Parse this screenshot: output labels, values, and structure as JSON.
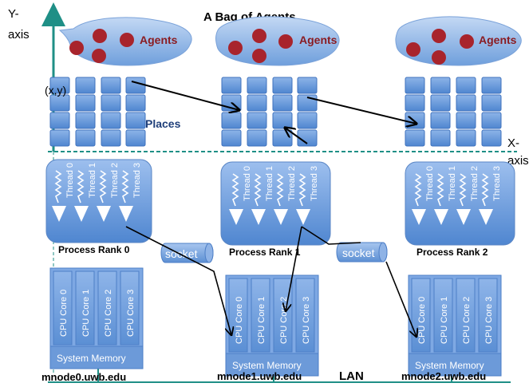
{
  "title": "A Bag of Agents",
  "axes": {
    "y_label_line1": "Y-",
    "y_label_line2": "axis",
    "x_label_line1": "X-",
    "x_label_line2": "axis"
  },
  "agents_label": "Agents",
  "places_label": "Places",
  "coord_label": "(x,y)",
  "thread_labels": [
    "Thread 0",
    "Thread 1",
    "Thread 2",
    "Thread 3"
  ],
  "processes": [
    {
      "label": "Process Rank 0"
    },
    {
      "label": "Process Rank 1"
    },
    {
      "label": "Process Rank 2"
    }
  ],
  "socket_label": "socket",
  "cpu_labels": [
    "CPU Core 0",
    "CPU Core 1",
    "CPU Core 2",
    "CPU Core 3"
  ],
  "memory_label": "System Memory",
  "nodes": [
    {
      "hostname": "mnode0.uwb.edu"
    },
    {
      "hostname": "mnode1.uwb.edu"
    },
    {
      "hostname": "mnode2.uwb.edu"
    }
  ],
  "network_label": "LAN",
  "colors": {
    "blue_light": "#a9c8ef",
    "blue_mid": "#5f93d6",
    "blue_dark": "#3e73bd",
    "agent_red": "#a8242c",
    "agent_text": "#8a1c22",
    "axis_teal": "#1f8f86",
    "places_text": "#1f3f7a"
  }
}
